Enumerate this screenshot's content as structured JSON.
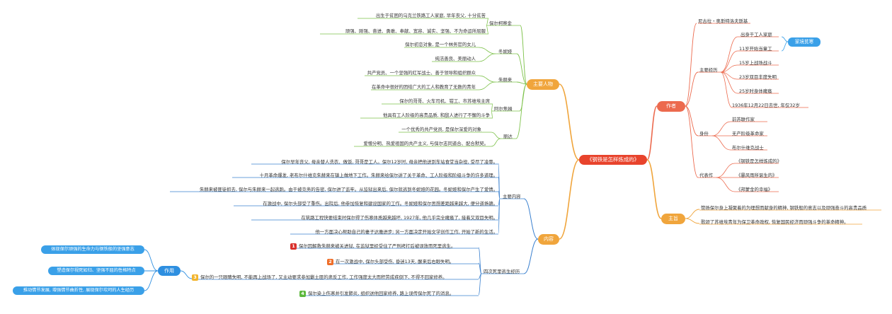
{
  "center": "《钢铁是怎样炼成的》",
  "branches": {
    "characters": {
      "label": "主要人物",
      "items": [
        {
          "name": "保尔柯察金",
          "facts": [
            "出生于贫困的乌克兰铁路工人家庭, 早年丧父, 十分贫苦",
            "顽强、刚强、奋进、勇敢、奉献、宽容、诚实、坚强、不为命运所屈服"
          ]
        },
        {
          "name": "冬妮娅",
          "facts": [
            "保尔初恋对象, 是一个林务官的女儿",
            "纯洁善良、美丽动人"
          ]
        },
        {
          "name": "朱赫来",
          "facts": [
            "共产党员、一个坚强的红军战士、善于领导和组织群众",
            "在革命中很好的团结广大的工人和教育了无数的青年"
          ]
        },
        {
          "name": "阿尔焦姆",
          "facts": [
            "保尔的哥哥、火车司机、钳工、市苏维埃主席",
            "他具有工人阶级的高贵品质, 和敌人进行了不懈的斗争"
          ]
        },
        {
          "name": "丽达",
          "facts": [
            "一个优秀的共产党员, 是保尔深爱的对象",
            "爱憎分明、热爱祖国的共产主义, 与保尔志同道合、配合默契。"
          ]
        }
      ]
    },
    "content": {
      "label": "内容",
      "main": {
        "label": "主要内容",
        "items": [
          "保尔早年丧父, 母亲替人洗衣、做饭, 哥哥是工人。保尔12岁时, 母亲把他送到车站食堂当杂役, 受尽了凌辱。",
          "十月革命爆发, 老布尔什维克朱赫来在镇上做地下工作。朱赫来给保尔讲了关于革命、工人阶级和阶级斗争的许多道理。",
          "朱赫来被匪徒抓去, 保尔与朱赫来一起逃跑。由于被克务的告密, 保尔进了监牢。从监狱出来后, 保尔就逃到冬妮娅的花园。冬妮娅和保尔产生了爱情。",
          "在激战中, 保尔头部受了重伤。出院后, 他参加恢复和建设国家的工作。冬妮娅和保尔思想差距越来越大, 便分道扬镳。",
          "在筑路工程快要结束时保尔得了伤寒体质越来越坏, 1927年, 他几乎完全瘫痪了, 接着又双目失明。",
          "他一方面决心帮助自己的妻子达雅进步; 另一方面决定开始文学创作工作, 开始了新的生活。"
        ]
      },
      "escape": {
        "label": "四次死里逃生经历",
        "items": [
          {
            "n": "1",
            "text": "保尔因解救朱赫来被关进狱, 在监狱里经受住了严刑拷打后被误放而死里逃生。"
          },
          {
            "n": "2",
            "text": "在一次激战中, 保尔头部受伤, 昏迷13天, 醒来后右眼失明。"
          },
          {
            "n": "3",
            "text": "保尔的一只眼睛失明, 不能再上战场了, 又主动要求参加剿土匪的肃反工作, 工作强度太大而积劳成疾倒下, 不得不回家修养。"
          },
          {
            "n": "4",
            "text": "保尔染上伤寒并引发肺炎, 组织送他回家修养, 路上误传保尔死了的消息。"
          }
        ],
        "effect": {
          "label": "作用",
          "items": [
            "体现保尔顽强的生命力与钢铁般的坚强意志",
            "塑造保尔视死如归、坚强不屈的性格特点",
            "推动情节发展, 增强情节曲折性, 展现保尔坎坷的人生经历"
          ]
        }
      }
    },
    "author": {
      "label": "作者",
      "name": "尼古拉・奥斯特洛夫斯基",
      "experience": {
        "label": "主要经历",
        "items": [
          "出身于工人家庭",
          "11岁开始当童工",
          "15岁上战场战斗",
          "23岁双目丰度失明",
          "25岁时身体瘫痪",
          "1936年12月22日去世, 年仅32岁"
        ],
        "summary": "家境贫寒"
      },
      "identity": {
        "label": "身份",
        "items": [
          "前苏联作家",
          "无产阶级革命家",
          "布尔什维克战士"
        ]
      },
      "works": {
        "label": "代表作",
        "items": [
          "《钢铁是怎样炼成的》",
          "《暴风雨所诞生的》",
          "《邦蒙金的幸福》"
        ]
      }
    },
    "theme": {
      "label": "主旨",
      "items": [
        "赞扬保尔身上凝聚着的为理想而献身的精神, 钢铁般的意志以及顽强奋斗的高贵品质",
        "歌颂了苏维埃青年为保卫革命政权, 恢复国民经济而顽强斗争的革命精神。"
      ]
    }
  },
  "colors": {
    "center": "#e8432c",
    "characters": "#7dc24a",
    "content": "#3a80cf",
    "author": "#ec6a4e",
    "theme": "#f0a53c",
    "effect": "#2e8fe0"
  }
}
